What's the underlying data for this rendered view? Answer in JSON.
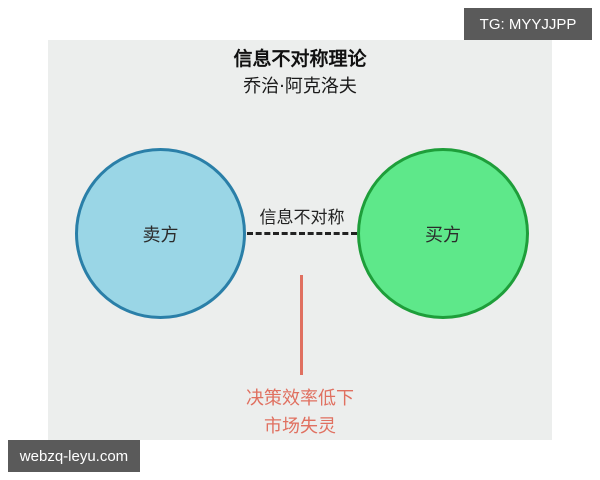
{
  "diagram": {
    "title": "信息不对称理论",
    "subtitle": "乔治·阿克洛夫",
    "nodes": [
      {
        "id": "seller",
        "label": "卖方",
        "fill": "#9ad6e6",
        "stroke": "#2a7fa8"
      },
      {
        "id": "buyer",
        "label": "买方",
        "fill": "#5ee88a",
        "stroke": "#1e9e3a"
      }
    ],
    "edge": {
      "from": "seller",
      "to": "buyer",
      "label": "信息不对称",
      "style": "dashed"
    },
    "consequence": {
      "line_color": "#e07060",
      "lines": [
        "决策效率低下",
        "市场失灵"
      ]
    }
  },
  "watermarks": {
    "top_right": "TG: MYYJJPP",
    "bottom_left": "webzq-leyu.com"
  },
  "colors": {
    "panel_background": "#eceeed",
    "consequence_text": "#e07060",
    "watermark_background": "#5a5a5a"
  }
}
